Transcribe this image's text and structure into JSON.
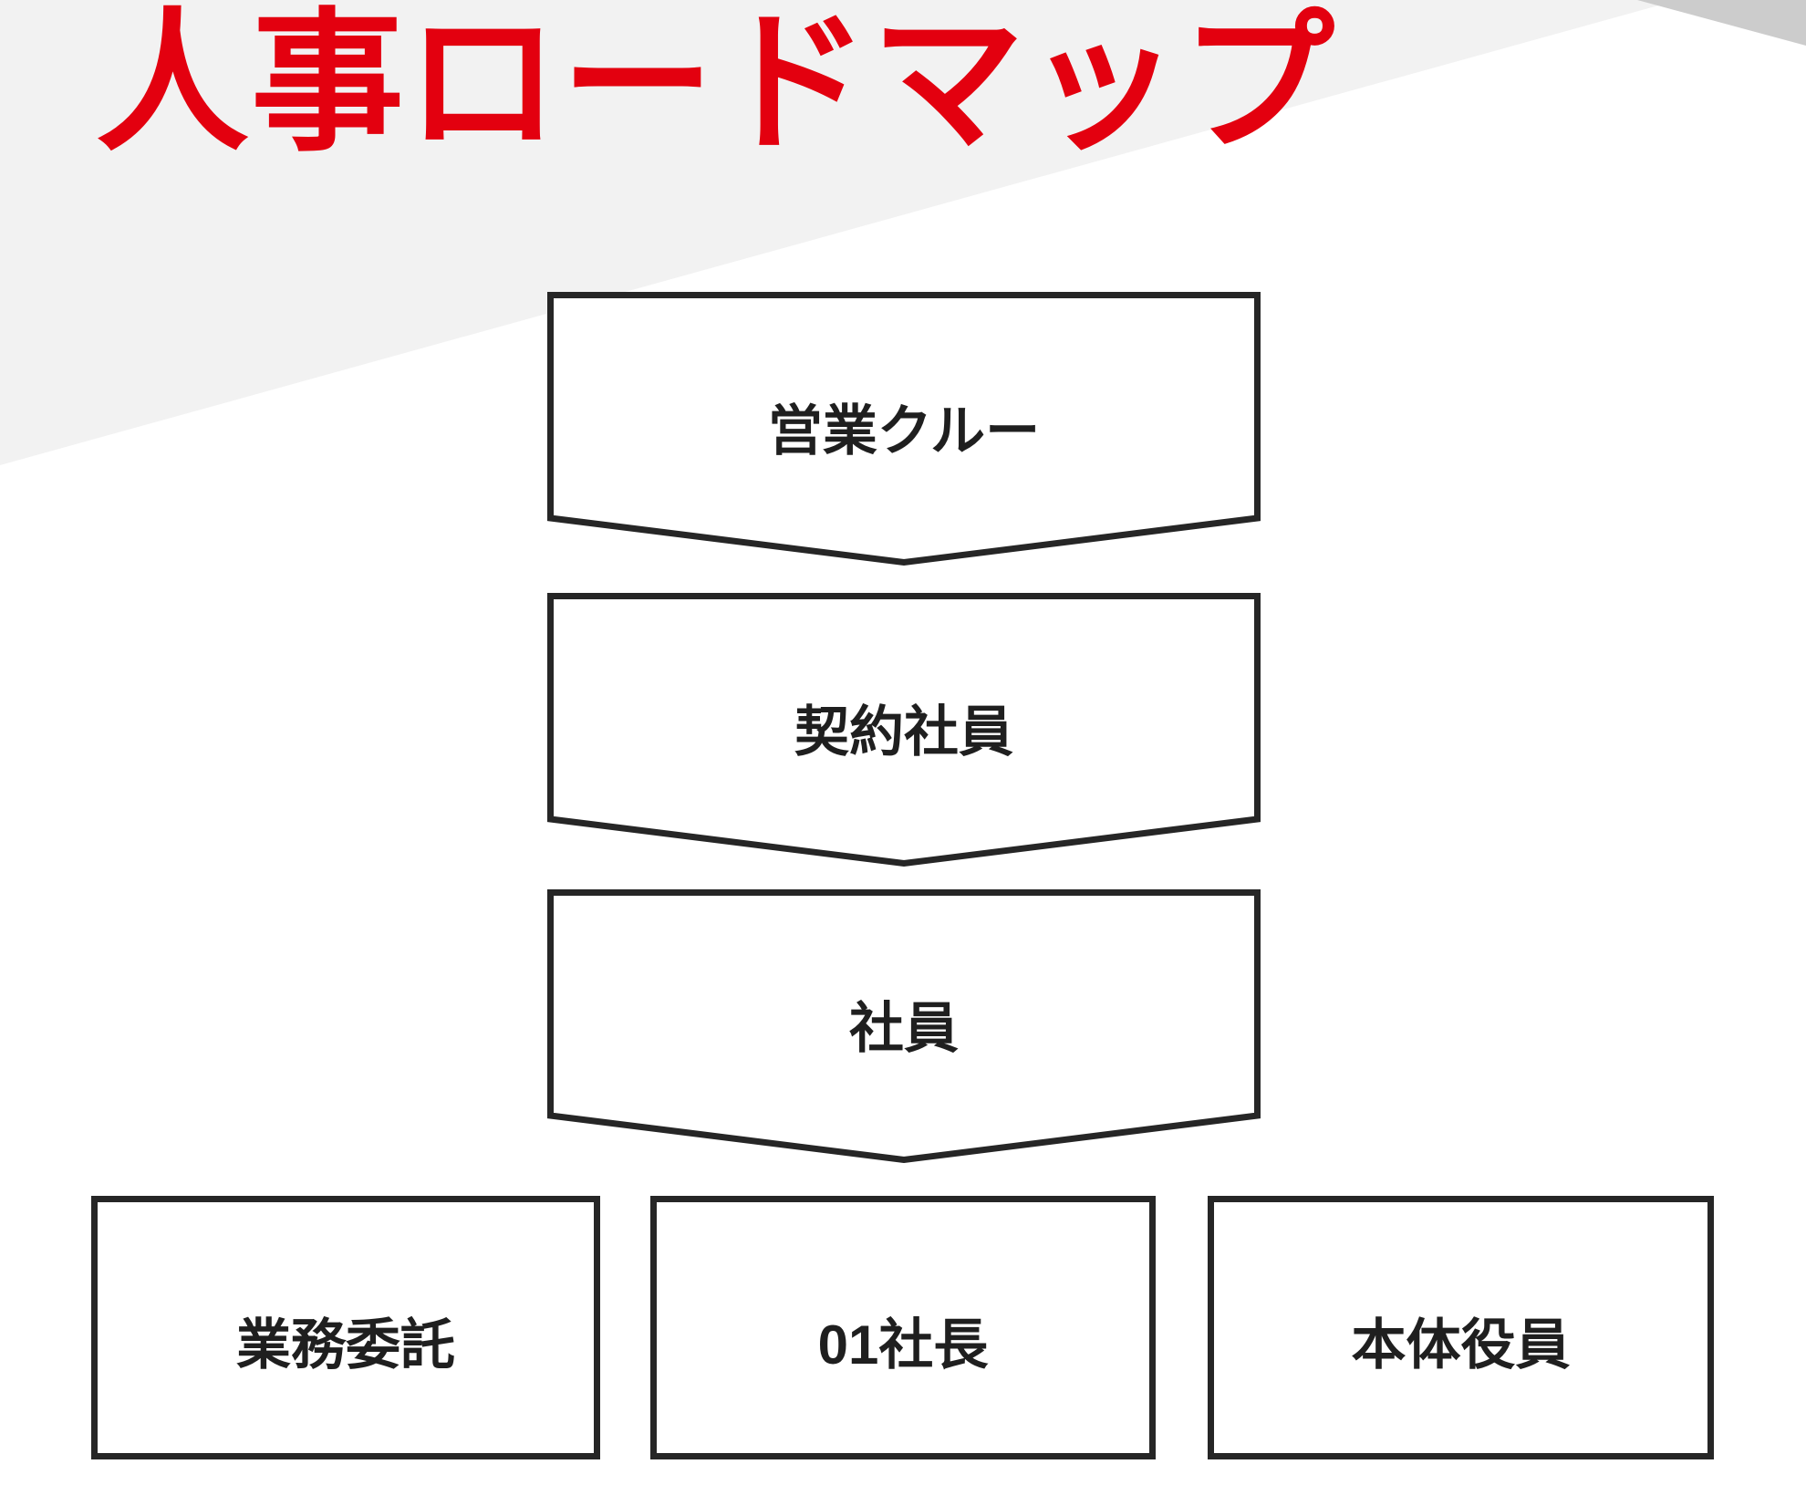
{
  "slide": {
    "title": "人事ロードマップ",
    "title_color": "#e3000f",
    "background_color": "#ffffff",
    "outline_color": "#262626",
    "text_color": "#1f1f1f"
  },
  "decorations": {
    "upper_left_band_color": "#f2f2f2",
    "top_right_triangle_color": "#cccccc"
  },
  "ladder": {
    "steps": [
      {
        "label": "営業クルー"
      },
      {
        "label": "契約社員"
      },
      {
        "label": "社員"
      }
    ]
  },
  "branches": {
    "items": [
      {
        "label": "業務委託"
      },
      {
        "label": "01社長"
      },
      {
        "label": "本体役員"
      }
    ]
  }
}
